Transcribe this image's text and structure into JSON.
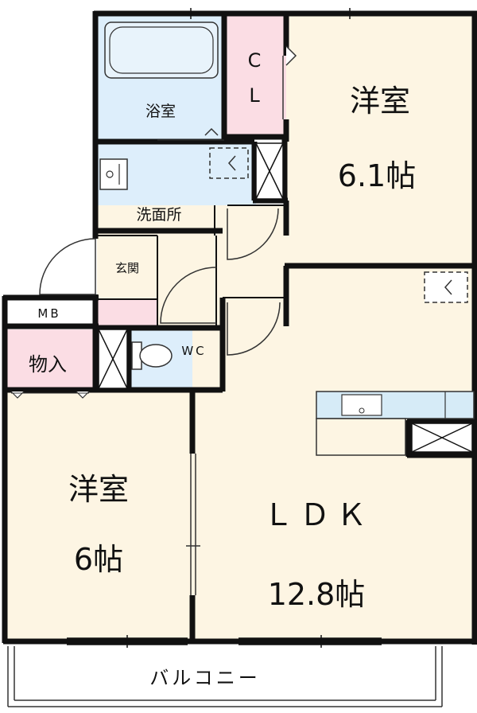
{
  "colors": {
    "wall": "#111111",
    "wet_area": "#ddeefb",
    "closet": "#fbdde4",
    "living": "#fdf5e3",
    "balcony": "#ffffff",
    "fixture_blue": "#d6ebf7"
  },
  "rooms": {
    "bathroom": "浴室",
    "closet": "C\nL",
    "closet_c": "C",
    "closet_l": "L",
    "washroom": "洗面所",
    "entrance": "玄関",
    "meter_box": "MB",
    "storage": "物入",
    "toilet": "WC",
    "western_room_1": {
      "name": "洋室",
      "size": "6.1帖"
    },
    "western_room_2": {
      "name": "洋室",
      "size": "6帖"
    },
    "ldk": {
      "name": "ＬＤＫ",
      "size": "12.8帖"
    },
    "balcony": "バルコニー"
  },
  "icons": [
    "bathtub-icon",
    "sink-icon",
    "toilet-icon",
    "kitchen-counter-icon",
    "refrigerator-space-icon",
    "washing-machine-space-icon",
    "door-swing-icon"
  ]
}
